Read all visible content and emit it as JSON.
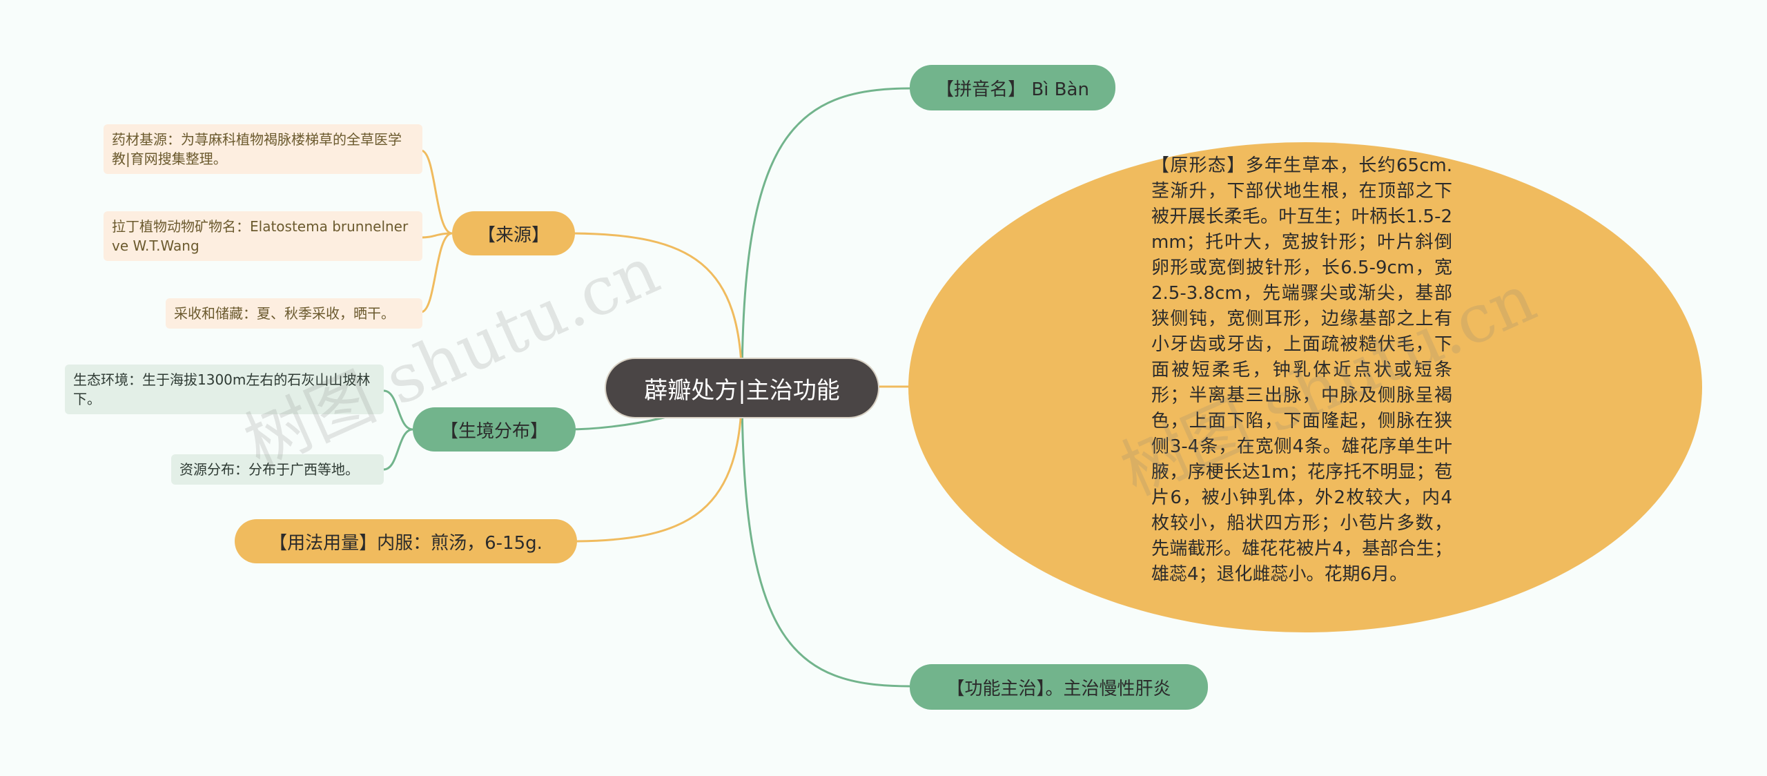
{
  "root": {
    "label": "薜瓣处方|主治功能"
  },
  "right": {
    "pinyin": "【拼音名】 Bì Bàn",
    "morphology": "【原形态】多年生草本，长约65cm.茎渐升，下部伏地生根，在顶部之下被开展长柔毛。叶互生；叶柄长1.5-2mm；托叶大，宽披针形；叶片斜倒卵形或宽倒披针形，长6.5-9cm，宽2.5-3.8cm，先端骤尖或渐尖，基部狭侧钝，宽侧耳形，边缘基部之上有小牙齿或牙齿，上面疏被糙伏毛，下面被短柔毛，钟乳体近点状或短条形；半离基三出脉，中脉及侧脉呈褐色，上面下陷，下面隆起，侧脉在狭侧3-4条，在宽侧4条。雄花序单生叶腋，序梗长达1m；花序托不明显；苞片6，被小钟乳体，外2枚较大，内4枚较小，船状四方形；小苞片多数，先端截形。雄花花被片4，基部合生；雄蕊4；退化雌蕊小。花期6月。",
    "function": "【功能主治】。主治慢性肝炎"
  },
  "left": {
    "source": {
      "label": "【来源】",
      "items": [
        "药材基源：为荨麻科植物褐脉楼梯草的全草医学教|育网搜集整理。",
        "拉丁植物动物矿物名：Elatostema brunnelnerve W.T.Wang",
        "采收和储藏：夏、秋季采收，晒干。"
      ]
    },
    "habitat": {
      "label": "【生境分布】",
      "items": [
        "生态环境：生于海拔1300m左右的石灰山山坡林下。",
        "资源分布：分布于广西等地。"
      ]
    },
    "usage": "【用法用量】内服：煎汤，6-15g."
  },
  "watermark": [
    "树图 shutu.cn",
    "树图 shutu.cn"
  ],
  "colors": {
    "green": "#72b48c",
    "orange": "#f0bb5e",
    "root": "#4a4545",
    "leaf_orange": "#fdeee0",
    "leaf_green": "#e3efe7"
  }
}
